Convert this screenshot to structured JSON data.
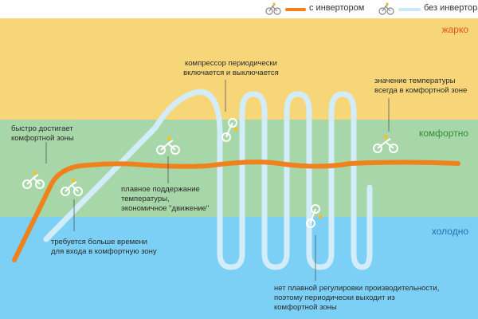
{
  "legend": {
    "inverter_label": "с инвертором",
    "no_inverter_label": "без инвертора",
    "inverter_color": "#f0821e",
    "no_inverter_color": "#c9e8f8"
  },
  "zones": {
    "hot": "жарко",
    "comfort": "комфортно",
    "cold": "холодно",
    "hot_color": "#f7d67a",
    "comfort_color": "#a7d7a8",
    "cold_color": "#7ccff5"
  },
  "annotations": {
    "fast_reach": [
      "быстро достигает",
      "комфортной зоны"
    ],
    "more_time": [
      "требуется больше времени",
      "для входа в комфортную зону"
    ],
    "smooth": [
      "плавное поддержание",
      "температуры,",
      "экономичное \"движение\""
    ],
    "compressor": [
      "компрессор периодически",
      "включается и выключается"
    ],
    "always_comfort": [
      "значение температуры",
      "всегда в комфортной зоне"
    ],
    "no_smooth": [
      "нет плавной регулировки производительности,",
      "поэтому периодически выходит из",
      "комфортной зоны"
    ]
  },
  "icons": [
    "scooter-icon"
  ]
}
